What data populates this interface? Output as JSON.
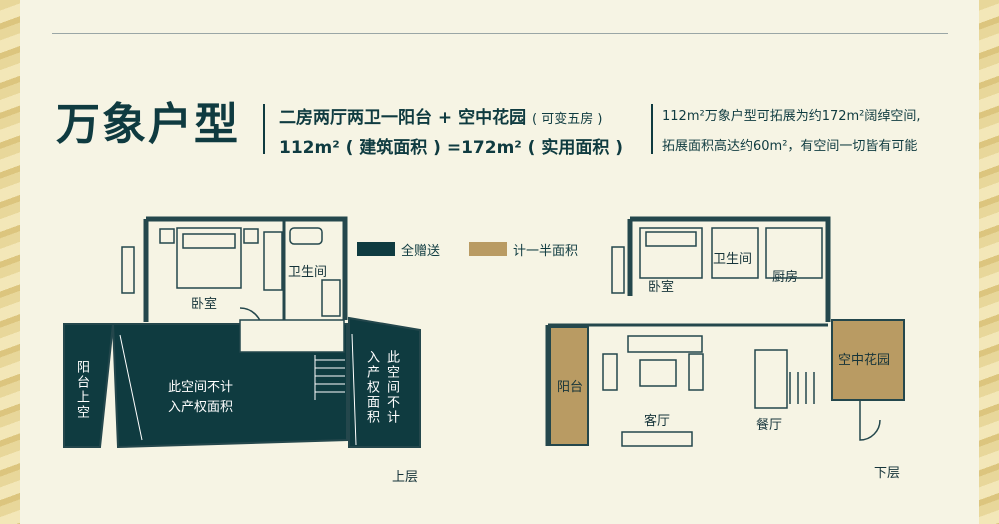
{
  "title": "万象户型",
  "layout": {
    "line1_main": "二房两厅两卫一阳台 + 空中花园",
    "line1_note": "( 可变五房 )",
    "line2": "112m² ( 建筑面积 ) =172m² ( 实用面积 )"
  },
  "description": {
    "line1": "112m²万象户型可拓展为约172m²阔绰空间,",
    "line2": "拓展面积高达约60m²，有空间一切皆有可能"
  },
  "legend": {
    "full_gift": "全赠送",
    "half_area": "计一半面积",
    "full_gift_color": "#0f3b40",
    "half_area_color": "#b99b63"
  },
  "upper_floor": {
    "caption": "上层",
    "bedroom": "卧室",
    "bathroom": "卫生间",
    "balcony_void": "阳台上空",
    "void_line1": "此空间不计",
    "void_line2": "入产权面积",
    "side_col1": "此空间不计",
    "side_col2": "入产权面积"
  },
  "lower_floor": {
    "caption": "下层",
    "bedroom": "卧室",
    "bathroom": "卫生间",
    "kitchen": "厨房",
    "balcony": "阳台",
    "living": "客厅",
    "dining": "餐厅",
    "sky_garden": "空中花园"
  }
}
